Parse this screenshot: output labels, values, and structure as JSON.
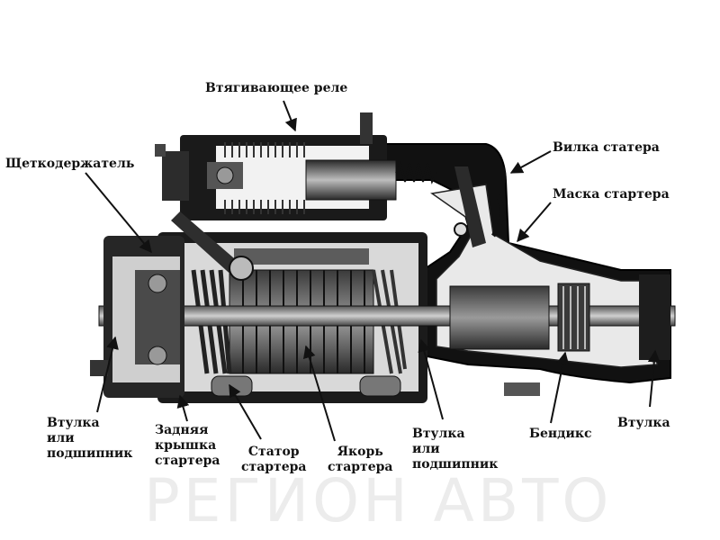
{
  "labels": {
    "solenoid": "Втягивающее реле",
    "brush_holder": "Щеткодержатель",
    "fork": "Вилка статера",
    "housing": "Маска стартера",
    "bushing_left": [
      "Втулка",
      "или",
      "подшипник"
    ],
    "rear_cover": [
      "Задняя",
      "крышка",
      "стартера"
    ],
    "stator": [
      "Статор",
      "стартера"
    ],
    "armature": [
      "Якорь",
      "стартера"
    ],
    "bushing_mid": [
      "Втулка",
      "или",
      "подшипник"
    ],
    "bendix": "Бендикс",
    "bushing_right": "Втулка"
  },
  "watermark": "РЕГИОН АВТО"
}
